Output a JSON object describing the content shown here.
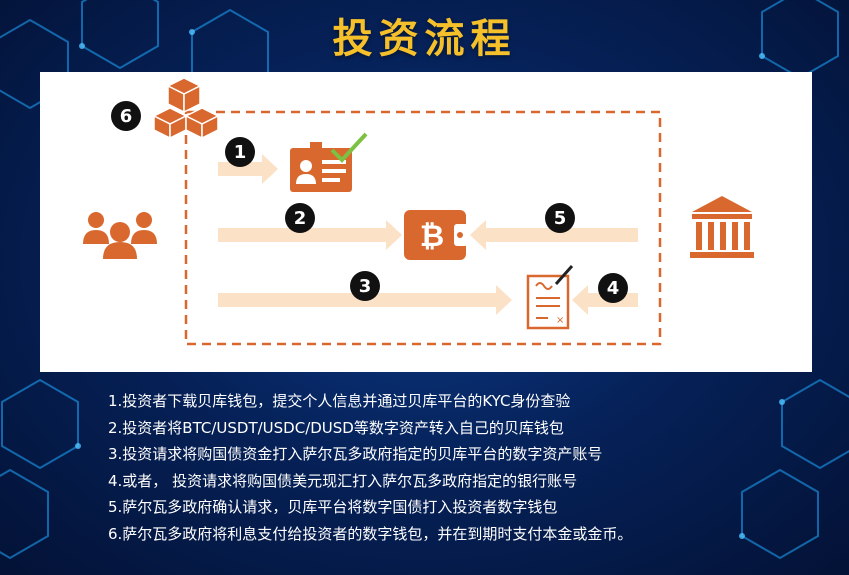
{
  "title": "投资流程",
  "diagram": {
    "step_numbers": [
      "1",
      "2",
      "3",
      "4",
      "5",
      "6"
    ],
    "colors": {
      "accent": "#d9682f",
      "arrow": "#fbe1c6",
      "badge": "#111111",
      "check": "#7cc142",
      "title": "#f6c02b"
    }
  },
  "steps": [
    "1.投资者下载贝库钱包，提交个人信息并通过贝库平台的KYC身份查验",
    "2.投资者将BTC/USDT/USDC/DUSD等数字资产转入自己的贝库钱包",
    "3.投资请求将购国债资金打入萨尔瓦多政府指定的贝库平台的数字资产账号",
    "4.或者， 投资请求将购国债美元现汇打入萨尔瓦多政府指定的银行账号",
    "5.萨尔瓦多政府确认请求，贝库平台将数字国债打入投资者数字钱包",
    "6.萨尔瓦多政府将利息支付给投资者的数字钱包，并在到期时支付本金或金币。"
  ]
}
